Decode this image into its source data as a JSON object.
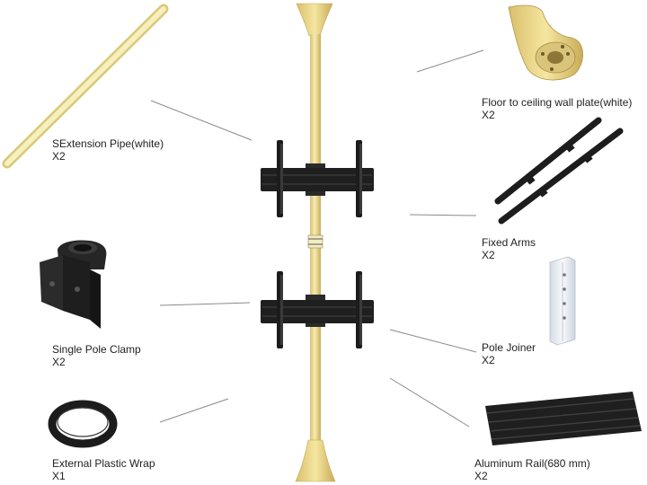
{
  "parts": [
    {
      "id": "extension-pipe",
      "name": "SExtension Pipe(white)",
      "qty": "X2"
    },
    {
      "id": "wall-plate",
      "name": "Floor to ceiling wall plate(white)",
      "qty": "X2"
    },
    {
      "id": "fixed-arms",
      "name": "Fixed Arms",
      "qty": "X2"
    },
    {
      "id": "single-pole-clamp",
      "name": "Single Pole Clamp",
      "qty": "X2"
    },
    {
      "id": "pole-joiner",
      "name": "Pole Joiner",
      "qty": "X2"
    },
    {
      "id": "plastic-wrap",
      "name": "External Plastic Wrap",
      "qty": "X1"
    },
    {
      "id": "aluminum-rail",
      "name": "Aluminum Rail(680 mm)",
      "qty": "X2"
    }
  ],
  "colors": {
    "pole": "#ecd98e",
    "pole_dark": "#c9b25a",
    "pipe": "#f4eaa8",
    "metal_black": "#1f1f1f",
    "joiner": "#eef1f6",
    "leader": "#8a8a8a"
  }
}
